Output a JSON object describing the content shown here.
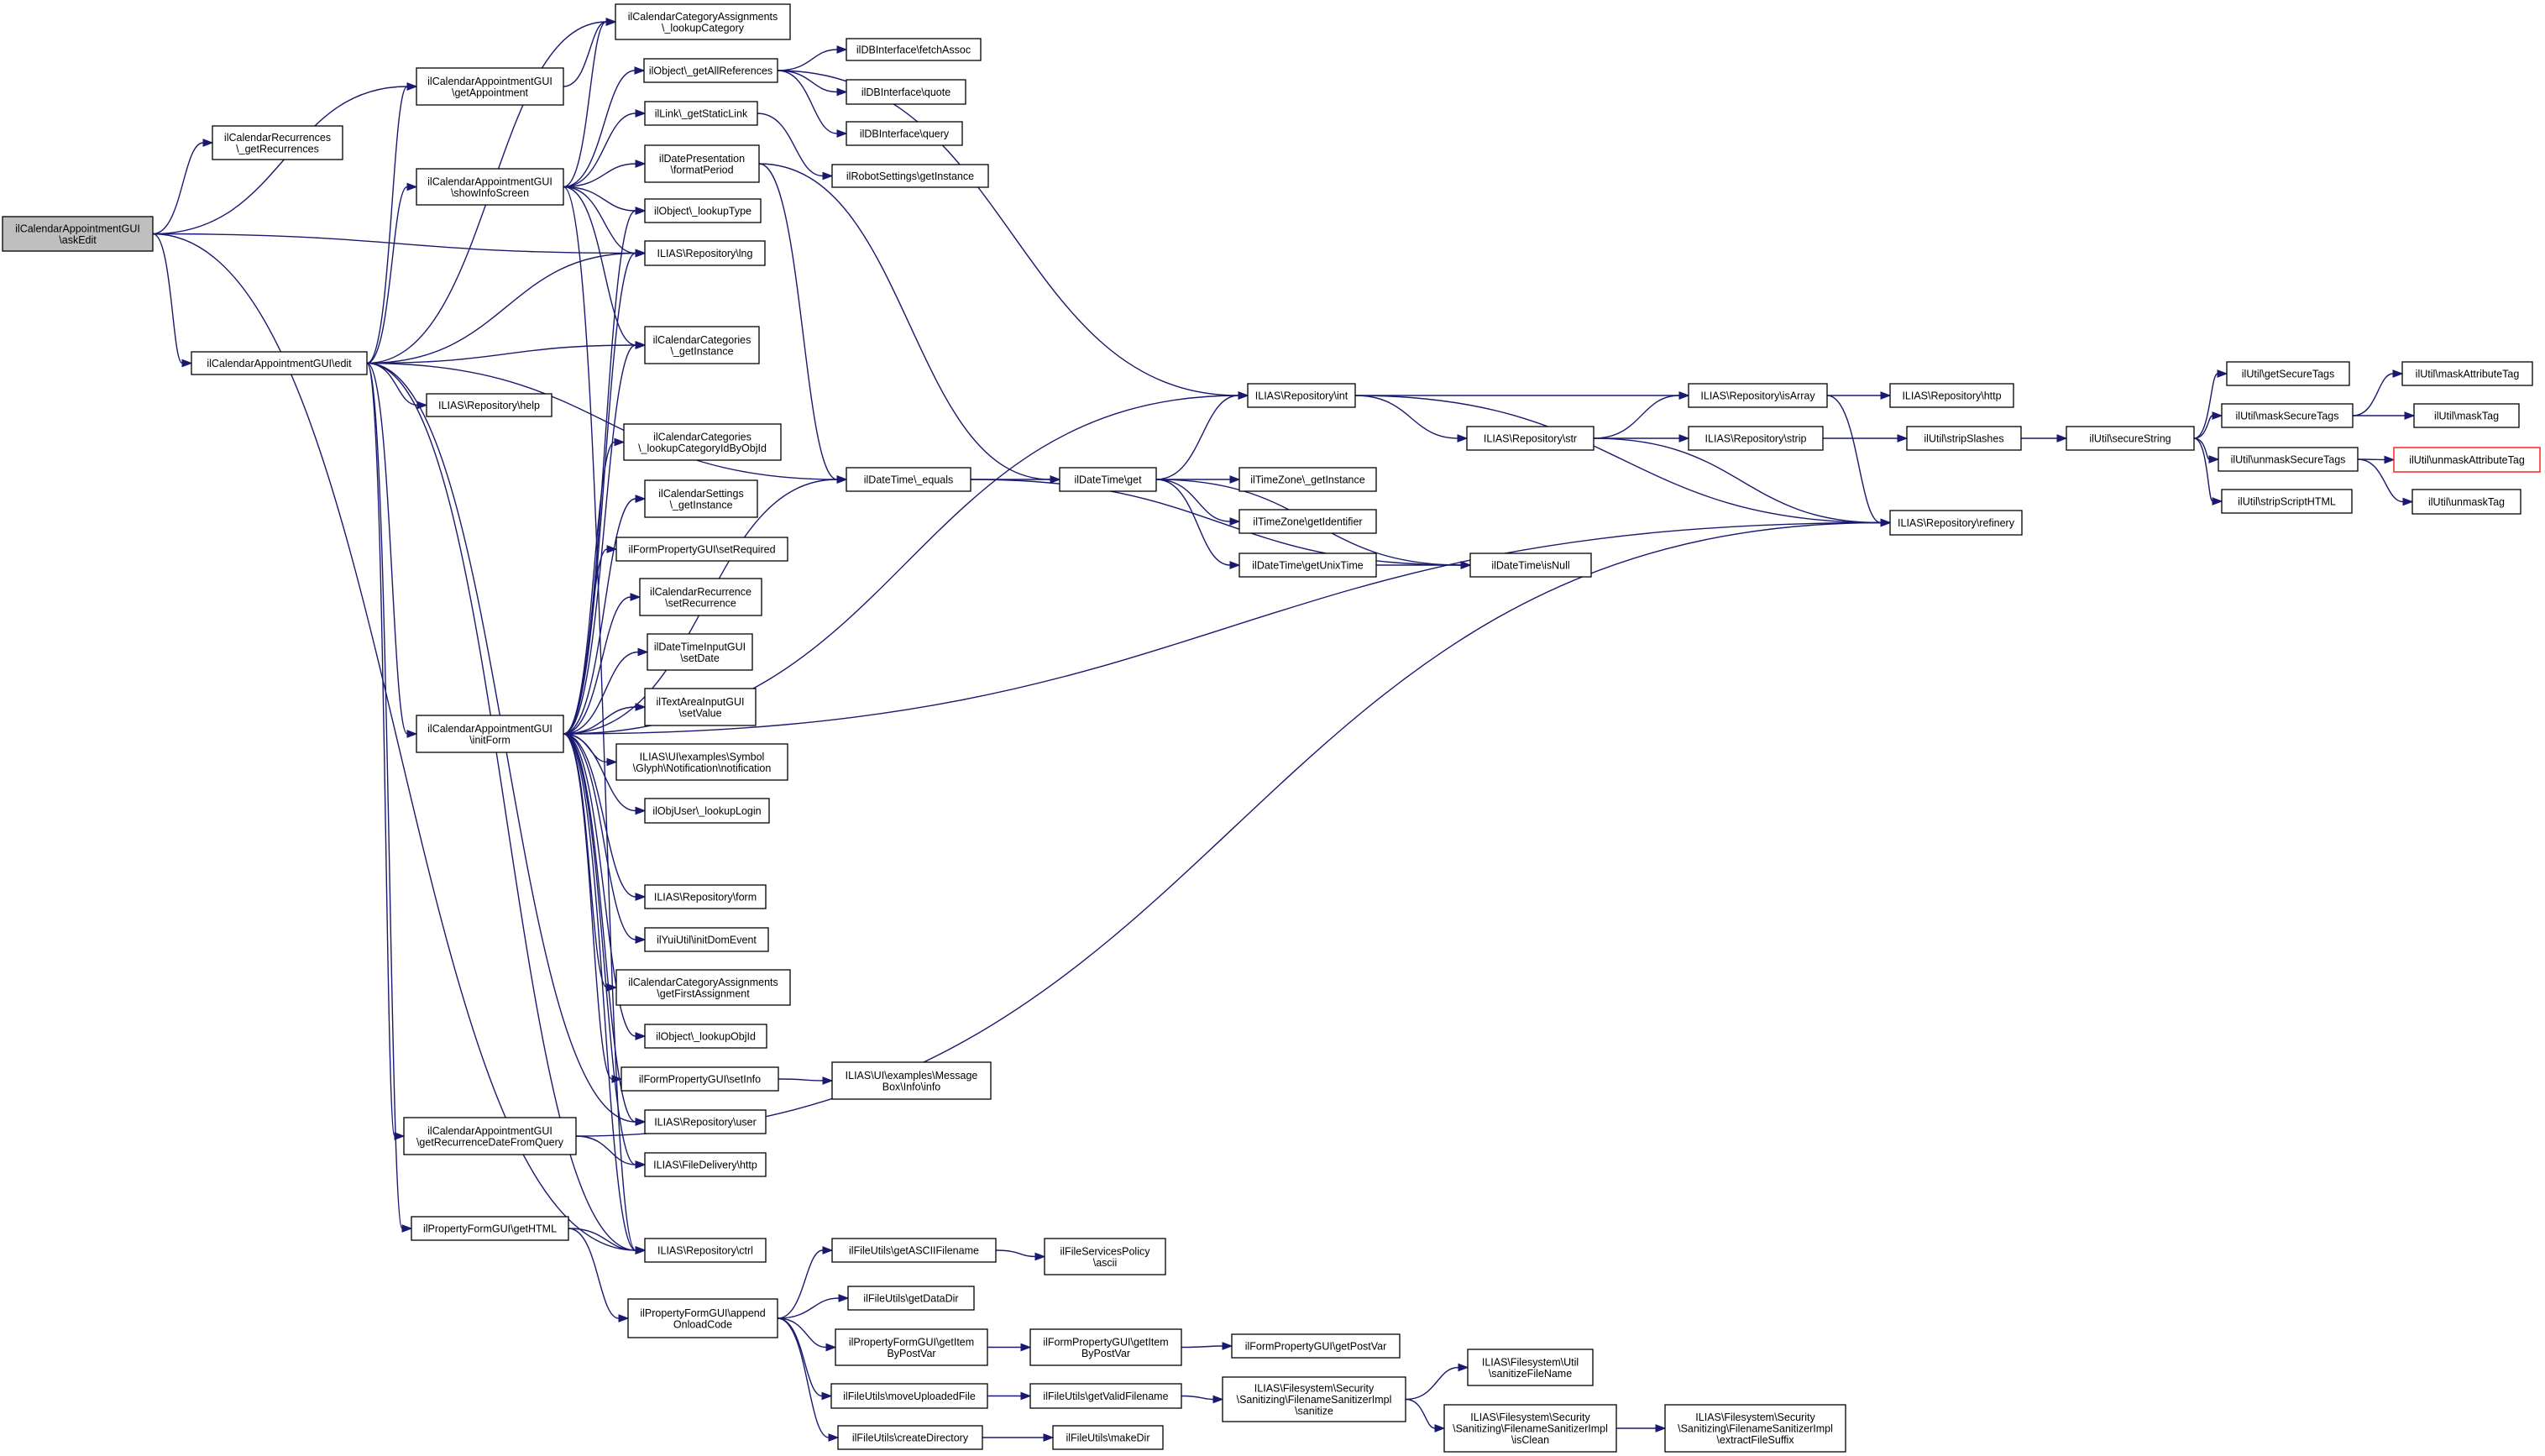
{
  "graph": {
    "nodes": [
      {
        "id": "askEdit",
        "lines": [
          "ilCalendarAppointmentGUI",
          "\\askEdit"
        ]
      },
      {
        "id": "getRecurrences",
        "lines": [
          "ilCalendarRecurrences",
          "\\_getRecurrences"
        ]
      },
      {
        "id": "getAppointment",
        "lines": [
          "ilCalendarAppointmentGUI",
          "\\getAppointment"
        ]
      },
      {
        "id": "lookupCategory",
        "lines": [
          "ilCalendarCategoryAssignments",
          "\\_lookupCategory"
        ]
      },
      {
        "id": "getAllReferences",
        "lines": [
          "ilObject\\_getAllReferences"
        ]
      },
      {
        "id": "fetchAssoc",
        "lines": [
          "ilDBInterface\\fetchAssoc"
        ]
      },
      {
        "id": "quote",
        "lines": [
          "ilDBInterface\\quote"
        ]
      },
      {
        "id": "query",
        "lines": [
          "ilDBInterface\\query"
        ]
      },
      {
        "id": "getStaticLink",
        "lines": [
          "ilLink\\_getStaticLink"
        ]
      },
      {
        "id": "robotGetInstance",
        "lines": [
          "ilRobotSettings\\getInstance"
        ]
      },
      {
        "id": "showInfoScreen",
        "lines": [
          "ilCalendarAppointmentGUI",
          "\\showInfoScreen"
        ]
      },
      {
        "id": "formatPeriod",
        "lines": [
          "ilDatePresentation",
          "\\formatPeriod"
        ]
      },
      {
        "id": "lookupType",
        "lines": [
          "ilObject\\_lookupType"
        ]
      },
      {
        "id": "lng",
        "lines": [
          "ILIAS\\Repository\\lng"
        ]
      },
      {
        "id": "catGetInstance",
        "lines": [
          "ilCalendarCategories",
          "\\_getInstance"
        ]
      },
      {
        "id": "edit",
        "lines": [
          "ilCalendarAppointmentGUI\\edit"
        ]
      },
      {
        "id": "help",
        "lines": [
          "ILIAS\\Repository\\help"
        ]
      },
      {
        "id": "repoInt",
        "lines": [
          "ILIAS\\Repository\\int"
        ]
      },
      {
        "id": "isArray",
        "lines": [
          "ILIAS\\Repository\\isArray"
        ]
      },
      {
        "id": "http",
        "lines": [
          "ILIAS\\Repository\\http"
        ]
      },
      {
        "id": "repoStr",
        "lines": [
          "ILIAS\\Repository\\str"
        ]
      },
      {
        "id": "repoStrip",
        "lines": [
          "ILIAS\\Repository\\strip"
        ]
      },
      {
        "id": "stripSlashes",
        "lines": [
          "ilUtil\\stripSlashes"
        ]
      },
      {
        "id": "secureString",
        "lines": [
          "ilUtil\\secureString"
        ]
      },
      {
        "id": "getSecureTags",
        "lines": [
          "ilUtil\\getSecureTags"
        ]
      },
      {
        "id": "maskSecureTags",
        "lines": [
          "ilUtil\\maskSecureTags"
        ]
      },
      {
        "id": "maskAttributeTag",
        "lines": [
          "ilUtil\\maskAttributeTag"
        ]
      },
      {
        "id": "maskTag",
        "lines": [
          "ilUtil\\maskTag"
        ]
      },
      {
        "id": "unmaskSecureTags",
        "lines": [
          "ilUtil\\unmaskSecureTags"
        ]
      },
      {
        "id": "unmaskAttributeTag",
        "lines": [
          "ilUtil\\unmaskAttributeTag"
        ]
      },
      {
        "id": "unmaskTag",
        "lines": [
          "ilUtil\\unmaskTag"
        ]
      },
      {
        "id": "stripScriptHTML",
        "lines": [
          "ilUtil\\stripScriptHTML"
        ]
      },
      {
        "id": "refinery",
        "lines": [
          "ILIAS\\Repository\\refinery"
        ]
      },
      {
        "id": "lookupCategoryIdByObjId",
        "lines": [
          "ilCalendarCategories",
          "\\_lookupCategoryIdByObjId"
        ]
      },
      {
        "id": "settingsGetInstance",
        "lines": [
          "ilCalendarSettings",
          "\\_getInstance"
        ]
      },
      {
        "id": "dtEquals",
        "lines": [
          "ilDateTime\\_equals"
        ]
      },
      {
        "id": "dtGet",
        "lines": [
          "ilDateTime\\get"
        ]
      },
      {
        "id": "tzGetInstance",
        "lines": [
          "ilTimeZone\\_getInstance"
        ]
      },
      {
        "id": "tzGetIdentifier",
        "lines": [
          "ilTimeZone\\getIdentifier"
        ]
      },
      {
        "id": "getUnixTime",
        "lines": [
          "ilDateTime\\getUnixTime"
        ]
      },
      {
        "id": "isNull",
        "lines": [
          "ilDateTime\\isNull"
        ]
      },
      {
        "id": "setRequired",
        "lines": [
          "ilFormPropertyGUI\\setRequired"
        ]
      },
      {
        "id": "setRecurrence",
        "lines": [
          "ilCalendarRecurrence",
          "\\setRecurrence"
        ]
      },
      {
        "id": "setDate",
        "lines": [
          "ilDateTimeInputGUI",
          "\\setDate"
        ]
      },
      {
        "id": "setValue",
        "lines": [
          "ilTextAreaInputGUI",
          "\\setValue"
        ]
      },
      {
        "id": "initForm",
        "lines": [
          "ilCalendarAppointmentGUI",
          "\\initForm"
        ]
      },
      {
        "id": "notification",
        "lines": [
          "ILIAS\\UI\\examples\\Symbol",
          "\\Glyph\\Notification\\notification"
        ]
      },
      {
        "id": "lookupLogin",
        "lines": [
          "ilObjUser\\_lookupLogin"
        ]
      },
      {
        "id": "repoForm",
        "lines": [
          "ILIAS\\Repository\\form"
        ]
      },
      {
        "id": "initDomEvent",
        "lines": [
          "ilYuiUtil\\initDomEvent"
        ]
      },
      {
        "id": "getFirstAssignment",
        "lines": [
          "ilCalendarCategoryAssignments",
          "\\getFirstAssignment"
        ]
      },
      {
        "id": "lookupObjId",
        "lines": [
          "ilObject\\_lookupObjId"
        ]
      },
      {
        "id": "setInfo",
        "lines": [
          "ilFormPropertyGUI\\setInfo"
        ]
      },
      {
        "id": "msgInfo",
        "lines": [
          "ILIAS\\UI\\examples\\Message",
          "Box\\Info\\info"
        ]
      },
      {
        "id": "repoUser",
        "lines": [
          "ILIAS\\Repository\\user"
        ]
      },
      {
        "id": "getRecurrenceDate",
        "lines": [
          "ilCalendarAppointmentGUI",
          "\\getRecurrenceDateFromQuery"
        ]
      },
      {
        "id": "fdHttp",
        "lines": [
          "ILIAS\\FileDelivery\\http"
        ]
      },
      {
        "id": "getHTML",
        "lines": [
          "ilPropertyFormGUI\\getHTML"
        ]
      },
      {
        "id": "ctrl",
        "lines": [
          "ILIAS\\Repository\\ctrl"
        ]
      },
      {
        "id": "getASCIIFilename",
        "lines": [
          "ilFileUtils\\getASCIIFilename"
        ]
      },
      {
        "id": "fspAscii",
        "lines": [
          "ilFileServicesPolicy",
          "\\ascii"
        ]
      },
      {
        "id": "appendOnloadCode",
        "lines": [
          "ilPropertyFormGUI\\append",
          "OnloadCode"
        ]
      },
      {
        "id": "getDataDir",
        "lines": [
          "ilFileUtils\\getDataDir"
        ]
      },
      {
        "id": "pfgGetItem",
        "lines": [
          "ilPropertyFormGUI\\getItem",
          "ByPostVar"
        ]
      },
      {
        "id": "ffgGetItem",
        "lines": [
          "ilFormPropertyGUI\\getItem",
          "ByPostVar"
        ]
      },
      {
        "id": "getPostVar",
        "lines": [
          "ilFormPropertyGUI\\getPostVar"
        ]
      },
      {
        "id": "moveUploadedFile",
        "lines": [
          "ilFileUtils\\moveUploadedFile"
        ]
      },
      {
        "id": "getValidFilename",
        "lines": [
          "ilFileUtils\\getValidFilename"
        ]
      },
      {
        "id": "fsSanitize",
        "lines": [
          "ILIAS\\Filesystem\\Security",
          "\\Sanitizing\\FilenameSanitizerImpl",
          "\\sanitize"
        ]
      },
      {
        "id": "fsUtilSanitize",
        "lines": [
          "ILIAS\\Filesystem\\Util",
          "\\sanitizeFileName"
        ]
      },
      {
        "id": "isClean",
        "lines": [
          "ILIAS\\Filesystem\\Security",
          "\\Sanitizing\\FilenameSanitizerImpl",
          "\\isClean"
        ]
      },
      {
        "id": "extractFileSuffix",
        "lines": [
          "ILIAS\\Filesystem\\Security",
          "\\Sanitizing\\FilenameSanitizerImpl",
          "\\extractFileSuffix"
        ]
      },
      {
        "id": "createDirectory",
        "lines": [
          "ilFileUtils\\createDirectory"
        ]
      },
      {
        "id": "makeDir",
        "lines": [
          "ilFileUtils\\makeDir"
        ]
      }
    ],
    "edges": [
      [
        "askEdit",
        "getRecurrences"
      ],
      [
        "askEdit",
        "getAppointment"
      ],
      [
        "askEdit",
        "lng"
      ],
      [
        "askEdit",
        "edit"
      ],
      [
        "askEdit",
        "ctrl"
      ],
      [
        "getAppointment",
        "lookupCategory"
      ],
      [
        "getAllReferences",
        "fetchAssoc"
      ],
      [
        "getAllReferences",
        "quote"
      ],
      [
        "getAllReferences",
        "query"
      ],
      [
        "getAllReferences",
        "repoInt"
      ],
      [
        "getStaticLink",
        "robotGetInstance"
      ],
      [
        "showInfoScreen",
        "lookupCategory"
      ],
      [
        "showInfoScreen",
        "getAllReferences"
      ],
      [
        "showInfoScreen",
        "getStaticLink"
      ],
      [
        "showInfoScreen",
        "formatPeriod"
      ],
      [
        "showInfoScreen",
        "lookupType"
      ],
      [
        "showInfoScreen",
        "lng"
      ],
      [
        "showInfoScreen",
        "catGetInstance"
      ],
      [
        "showInfoScreen",
        "ctrl"
      ],
      [
        "formatPeriod",
        "dtEquals"
      ],
      [
        "formatPeriod",
        "dtGet"
      ],
      [
        "edit",
        "getAppointment"
      ],
      [
        "edit",
        "lookupCategory"
      ],
      [
        "edit",
        "showInfoScreen"
      ],
      [
        "edit",
        "lng"
      ],
      [
        "edit",
        "catGetInstance"
      ],
      [
        "edit",
        "help"
      ],
      [
        "edit",
        "initForm"
      ],
      [
        "edit",
        "getRecurrenceDate"
      ],
      [
        "edit",
        "getHTML"
      ],
      [
        "edit",
        "ctrl"
      ],
      [
        "edit",
        "repoUser"
      ],
      [
        "edit",
        "dtEquals"
      ],
      [
        "repoInt",
        "isArray"
      ],
      [
        "repoInt",
        "repoStr"
      ],
      [
        "repoInt",
        "refinery"
      ],
      [
        "isArray",
        "http"
      ],
      [
        "isArray",
        "refinery"
      ],
      [
        "repoStr",
        "isArray"
      ],
      [
        "repoStr",
        "repoStrip"
      ],
      [
        "repoStr",
        "refinery"
      ],
      [
        "repoStrip",
        "stripSlashes"
      ],
      [
        "stripSlashes",
        "secureString"
      ],
      [
        "secureString",
        "getSecureTags"
      ],
      [
        "secureString",
        "maskSecureTags"
      ],
      [
        "secureString",
        "unmaskSecureTags"
      ],
      [
        "secureString",
        "stripScriptHTML"
      ],
      [
        "maskSecureTags",
        "maskAttributeTag"
      ],
      [
        "maskSecureTags",
        "maskTag"
      ],
      [
        "unmaskSecureTags",
        "unmaskAttributeTag"
      ],
      [
        "unmaskSecureTags",
        "unmaskTag"
      ],
      [
        "dtEquals",
        "dtGet"
      ],
      [
        "dtEquals",
        "isNull"
      ],
      [
        "dtGet",
        "repoInt"
      ],
      [
        "dtGet",
        "tzGetInstance"
      ],
      [
        "dtGet",
        "tzGetIdentifier"
      ],
      [
        "dtGet",
        "getUnixTime"
      ],
      [
        "dtGet",
        "isNull"
      ],
      [
        "getUnixTime",
        "isNull"
      ],
      [
        "initForm",
        "lookupType"
      ],
      [
        "initForm",
        "lng"
      ],
      [
        "initForm",
        "catGetInstance"
      ],
      [
        "initForm",
        "repoInt"
      ],
      [
        "initForm",
        "lookupCategoryIdByObjId"
      ],
      [
        "initForm",
        "settingsGetInstance"
      ],
      [
        "initForm",
        "setRequired"
      ],
      [
        "initForm",
        "setRecurrence"
      ],
      [
        "initForm",
        "setDate"
      ],
      [
        "initForm",
        "setValue"
      ],
      [
        "initForm",
        "notification"
      ],
      [
        "initForm",
        "lookupLogin"
      ],
      [
        "initForm",
        "refinery"
      ],
      [
        "initForm",
        "repoForm"
      ],
      [
        "initForm",
        "initDomEvent"
      ],
      [
        "initForm",
        "getFirstAssignment"
      ],
      [
        "initForm",
        "lookupObjId"
      ],
      [
        "initForm",
        "setInfo"
      ],
      [
        "initForm",
        "repoUser"
      ],
      [
        "initForm",
        "fdHttp"
      ],
      [
        "initForm",
        "ctrl"
      ],
      [
        "initForm",
        "dtEquals"
      ],
      [
        "setInfo",
        "msgInfo"
      ],
      [
        "getRecurrenceDate",
        "fdHttp"
      ],
      [
        "getRecurrenceDate",
        "refinery"
      ],
      [
        "getHTML",
        "ctrl"
      ],
      [
        "getHTML",
        "appendOnloadCode"
      ],
      [
        "getASCIIFilename",
        "fspAscii"
      ],
      [
        "appendOnloadCode",
        "getASCIIFilename"
      ],
      [
        "appendOnloadCode",
        "getDataDir"
      ],
      [
        "appendOnloadCode",
        "pfgGetItem"
      ],
      [
        "appendOnloadCode",
        "moveUploadedFile"
      ],
      [
        "appendOnloadCode",
        "createDirectory"
      ],
      [
        "pfgGetItem",
        "ffgGetItem"
      ],
      [
        "ffgGetItem",
        "getPostVar"
      ],
      [
        "moveUploadedFile",
        "getValidFilename"
      ],
      [
        "getValidFilename",
        "fsSanitize"
      ],
      [
        "fsSanitize",
        "fsUtilSanitize"
      ],
      [
        "fsSanitize",
        "isClean"
      ],
      [
        "isClean",
        "extractFileSuffix"
      ],
      [
        "createDirectory",
        "makeDir"
      ]
    ]
  },
  "colors": {
    "edge": "#191970",
    "root_fill": "#bfbfbf",
    "highlight_border": "#ff0000"
  }
}
